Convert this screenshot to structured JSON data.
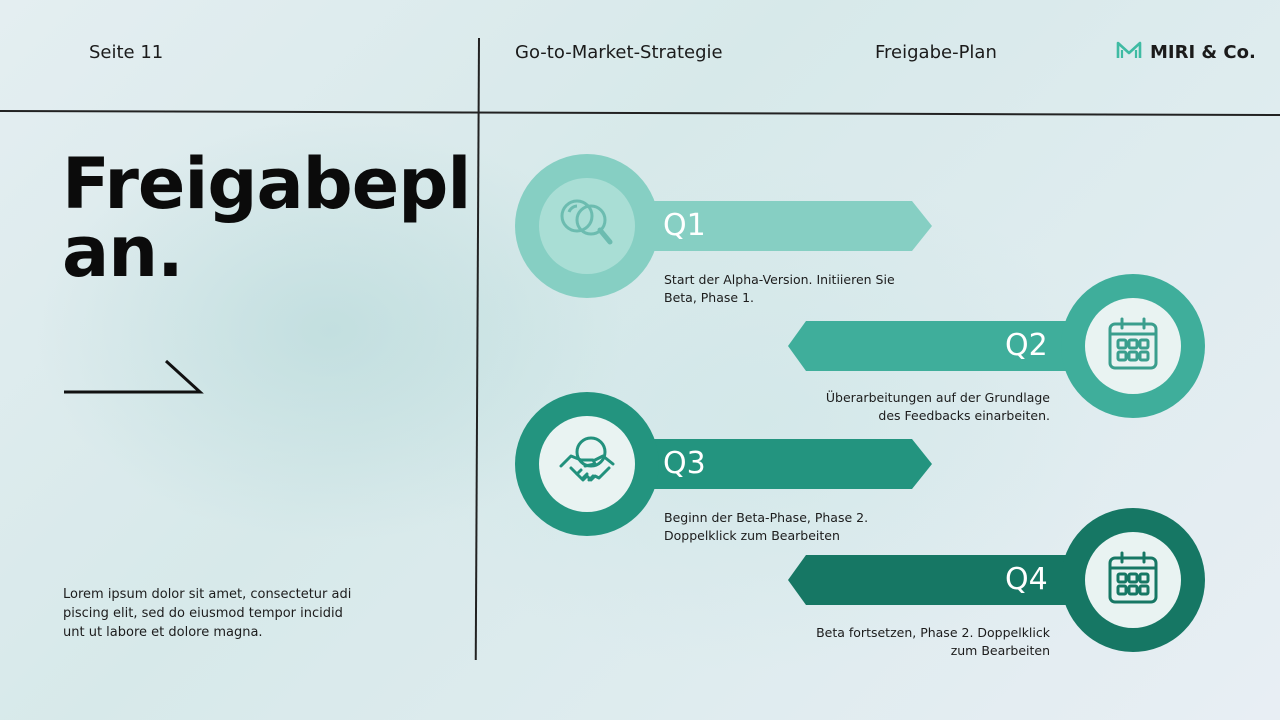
{
  "header": {
    "page": "Seite 11",
    "section": "Go-to-Market-Strategie",
    "subsection": "Freigabe-Plan",
    "brand": "MIRI & Co."
  },
  "title": "Freigabeplan.",
  "body_text": "Lorem ipsum dolor sit amet, consectetur adi piscing elit, sed do eiusmod tempor incidid unt ut labore et dolore magna.",
  "colors": {
    "q1": "#7fcbbf",
    "q2": "#3aab98",
    "q3": "#22917d",
    "q4": "#167764",
    "text": "#111111",
    "lines": "#222222"
  },
  "quarters": [
    {
      "label": "Q1",
      "text": "Start der Alpha-Version. Initiieren Sie Beta, Phase 1.",
      "icon": "magnifier-icon"
    },
    {
      "label": "Q2",
      "text": "Überarbeitungen auf der Grundlage des Feedbacks einarbeiten.",
      "icon": "calendar-icon"
    },
    {
      "label": "Q3",
      "text": "Beginn der Beta-Phase, Phase 2. Doppelklick zum Bearbeiten",
      "icon": "handshake-icon"
    },
    {
      "label": "Q4",
      "text": "Beta fortsetzen, Phase 2. Doppelklick zum Bearbeiten",
      "icon": "calendar-icon"
    }
  ]
}
